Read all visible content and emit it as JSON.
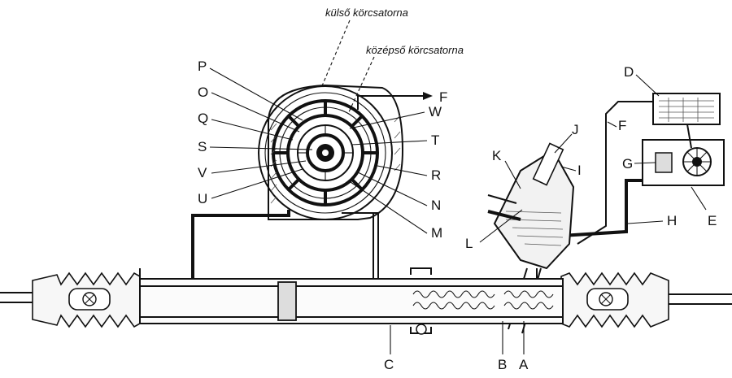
{
  "annotations": {
    "outer_channel": "külső körcsatorna",
    "middle_channel": "középső körcsatorna"
  },
  "labels": {
    "P": "P",
    "O": "O",
    "Q": "Q",
    "S": "S",
    "V": "V",
    "U": "U",
    "W": "W",
    "T": "T",
    "R": "R",
    "N": "N",
    "M": "M",
    "F_top": "F",
    "F_pipe": "F",
    "D": "D",
    "J": "J",
    "K": "K",
    "I": "I",
    "G": "G",
    "L": "L",
    "H": "H",
    "E": "E",
    "C": "C",
    "B": "B",
    "A": "A"
  }
}
